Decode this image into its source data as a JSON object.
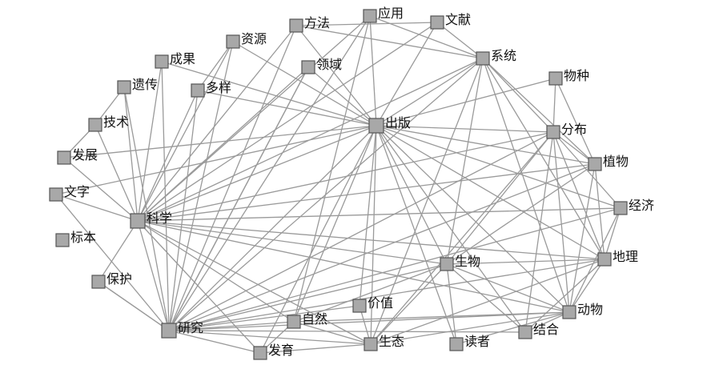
{
  "diagram": {
    "type": "co-word network",
    "colors": {
      "node": "#a8a8a8",
      "edge": "#9a9a9a",
      "label": "#111111"
    },
    "nodes": [
      {
        "id": "fangfa",
        "label": "方法"
      },
      {
        "id": "yingyong",
        "label": "应用"
      },
      {
        "id": "wenxian",
        "label": "文献"
      },
      {
        "id": "ziyuan",
        "label": "资源"
      },
      {
        "id": "lingyu",
        "label": "领域"
      },
      {
        "id": "chengguo",
        "label": "成果"
      },
      {
        "id": "xitong",
        "label": "系统"
      },
      {
        "id": "wuzhong",
        "label": "物种"
      },
      {
        "id": "yichuan",
        "label": "遗传"
      },
      {
        "id": "duoyang",
        "label": "多样"
      },
      {
        "id": "chuban",
        "label": "出版"
      },
      {
        "id": "jishu",
        "label": "技术"
      },
      {
        "id": "fenbu",
        "label": "分布"
      },
      {
        "id": "fazhan",
        "label": "发展"
      },
      {
        "id": "zhiwu",
        "label": "植物"
      },
      {
        "id": "wenzi",
        "label": "文字"
      },
      {
        "id": "kexue",
        "label": "科学"
      },
      {
        "id": "jingji",
        "label": "经济"
      },
      {
        "id": "biaoben",
        "label": "标本"
      },
      {
        "id": "shengwu",
        "label": "生物"
      },
      {
        "id": "dili",
        "label": "地理"
      },
      {
        "id": "baohu",
        "label": "保护"
      },
      {
        "id": "jiazhi",
        "label": "价值"
      },
      {
        "id": "dongwu",
        "label": "动物"
      },
      {
        "id": "ziran",
        "label": "自然"
      },
      {
        "id": "yanjiu",
        "label": "研究"
      },
      {
        "id": "jiehe",
        "label": "结合"
      },
      {
        "id": "shengtai",
        "label": "生态"
      },
      {
        "id": "duzhe",
        "label": "读者"
      },
      {
        "id": "fayu",
        "label": "发育"
      }
    ],
    "edges": [
      [
        "chuban",
        "fangfa"
      ],
      [
        "chuban",
        "yingyong"
      ],
      [
        "chuban",
        "wenxian"
      ],
      [
        "chuban",
        "ziyuan"
      ],
      [
        "chuban",
        "lingyu"
      ],
      [
        "chuban",
        "chengguo"
      ],
      [
        "chuban",
        "xitong"
      ],
      [
        "chuban",
        "wuzhong"
      ],
      [
        "chuban",
        "duoyang"
      ],
      [
        "chuban",
        "fenbu"
      ],
      [
        "chuban",
        "zhiwu"
      ],
      [
        "chuban",
        "kexue"
      ],
      [
        "chuban",
        "jingji"
      ],
      [
        "chuban",
        "shengwu"
      ],
      [
        "chuban",
        "dili"
      ],
      [
        "chuban",
        "jiazhi"
      ],
      [
        "chuban",
        "dongwu"
      ],
      [
        "chuban",
        "ziran"
      ],
      [
        "chuban",
        "yanjiu"
      ],
      [
        "chuban",
        "jiehe"
      ],
      [
        "chuban",
        "shengtai"
      ],
      [
        "chuban",
        "duzhe"
      ],
      [
        "chuban",
        "fayu"
      ],
      [
        "chuban",
        "wenzi"
      ],
      [
        "chuban",
        "fazhan"
      ],
      [
        "kexue",
        "fangfa"
      ],
      [
        "kexue",
        "yingyong"
      ],
      [
        "kexue",
        "wenxian"
      ],
      [
        "kexue",
        "ziyuan"
      ],
      [
        "kexue",
        "lingyu"
      ],
      [
        "kexue",
        "xitong"
      ],
      [
        "kexue",
        "fenbu"
      ],
      [
        "kexue",
        "zhiwu"
      ],
      [
        "kexue",
        "jingji"
      ],
      [
        "kexue",
        "shengwu"
      ],
      [
        "kexue",
        "dili"
      ],
      [
        "kexue",
        "dongwu"
      ],
      [
        "kexue",
        "ziran"
      ],
      [
        "kexue",
        "yanjiu"
      ],
      [
        "kexue",
        "shengtai"
      ],
      [
        "kexue",
        "fayu"
      ],
      [
        "kexue",
        "jishu"
      ],
      [
        "kexue",
        "fazhan"
      ],
      [
        "kexue",
        "wenzi"
      ],
      [
        "kexue",
        "baohu"
      ],
      [
        "kexue",
        "duoyang"
      ],
      [
        "yanjiu",
        "fangfa"
      ],
      [
        "yanjiu",
        "yingyong"
      ],
      [
        "yanjiu",
        "ziyuan"
      ],
      [
        "yanjiu",
        "lingyu"
      ],
      [
        "yanjiu",
        "xitong"
      ],
      [
        "yanjiu",
        "fenbu"
      ],
      [
        "yanjiu",
        "zhiwu"
      ],
      [
        "yanjiu",
        "jingji"
      ],
      [
        "yanjiu",
        "shengwu"
      ],
      [
        "yanjiu",
        "dili"
      ],
      [
        "yanjiu",
        "dongwu"
      ],
      [
        "yanjiu",
        "ziran"
      ],
      [
        "yanjiu",
        "shengtai"
      ],
      [
        "yanjiu",
        "fayu"
      ],
      [
        "yanjiu",
        "jiehe"
      ],
      [
        "yanjiu",
        "duoyang"
      ],
      [
        "yanjiu",
        "yichuan"
      ],
      [
        "yanjiu",
        "chengguo"
      ],
      [
        "yanjiu",
        "baohu"
      ],
      [
        "yanjiu",
        "jiazhi"
      ],
      [
        "xitong",
        "fenbu"
      ],
      [
        "xitong",
        "zhiwu"
      ],
      [
        "xitong",
        "shengwu"
      ],
      [
        "xitong",
        "dili"
      ],
      [
        "xitong",
        "dongwu"
      ],
      [
        "xitong",
        "wenxian"
      ],
      [
        "xitong",
        "yingyong"
      ],
      [
        "xitong",
        "fangfa"
      ],
      [
        "xitong",
        "shengtai"
      ],
      [
        "fenbu",
        "wuzhong"
      ],
      [
        "fenbu",
        "zhiwu"
      ],
      [
        "fenbu",
        "dili"
      ],
      [
        "fenbu",
        "dongwu"
      ],
      [
        "fenbu",
        "shengwu"
      ],
      [
        "fenbu",
        "jiehe"
      ],
      [
        "fenbu",
        "shengtai"
      ],
      [
        "fenbu",
        "jingji"
      ],
      [
        "zhiwu",
        "dili"
      ],
      [
        "zhiwu",
        "dongwu"
      ],
      [
        "zhiwu",
        "shengwu"
      ],
      [
        "zhiwu",
        "wuzhong"
      ],
      [
        "dili",
        "dongwu"
      ],
      [
        "dili",
        "shengwu"
      ],
      [
        "dili",
        "jingji"
      ],
      [
        "dili",
        "jiehe"
      ],
      [
        "dili",
        "shengtai"
      ],
      [
        "shengwu",
        "dongwu"
      ],
      [
        "shengwu",
        "shengtai"
      ],
      [
        "shengwu",
        "jiehe"
      ],
      [
        "shengwu",
        "ziran"
      ],
      [
        "shengwu",
        "duzhe"
      ],
      [
        "dongwu",
        "jiehe"
      ],
      [
        "dongwu",
        "shengtai"
      ],
      [
        "dongwu",
        "ziran"
      ],
      [
        "dongwu",
        "duzhe"
      ],
      [
        "dongwu",
        "jingji"
      ],
      [
        "ziran",
        "shengtai"
      ],
      [
        "jiazhi",
        "shengtai"
      ],
      [
        "fayu",
        "shengtai"
      ],
      [
        "ziran",
        "fayu"
      ],
      [
        "jishu",
        "yichuan"
      ],
      [
        "fazhan",
        "jishu"
      ],
      [
        "baohu",
        "yanjiu"
      ],
      [
        "wenzi",
        "yanjiu"
      ],
      [
        "chengguo",
        "kexue"
      ],
      [
        "yichuan",
        "kexue"
      ],
      [
        "ziyuan",
        "duoyang"
      ],
      [
        "lingyu",
        "yanjiu"
      ],
      [
        "wenxian",
        "fangfa"
      ],
      [
        "yingyong",
        "ziran"
      ]
    ]
  }
}
